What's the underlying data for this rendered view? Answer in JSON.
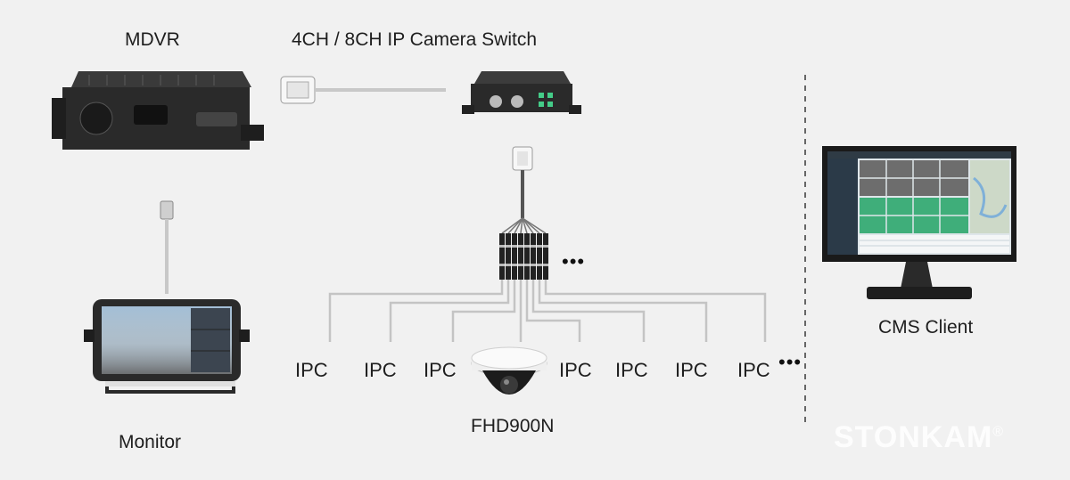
{
  "labels": {
    "mdvr": "MDVR",
    "switch": "4CH / 8CH IP Camera Switch",
    "monitor": "Monitor",
    "cms_client": "CMS Client",
    "camera_model": "FHD900N",
    "ellipsis": "•••"
  },
  "ipc_labels": [
    "IPC",
    "IPC",
    "IPC",
    "IPC",
    "IPC",
    "IPC",
    "IPC"
  ],
  "brand": {
    "name": "STONKAM",
    "mark": "®"
  },
  "colors": {
    "background": "#f1f1f1",
    "device": "#2b2b2b",
    "cable": "#c8c8c8",
    "screen_green": "#3fae7a"
  }
}
